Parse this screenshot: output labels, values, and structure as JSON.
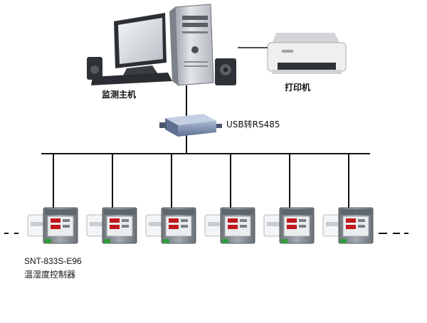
{
  "diagram": {
    "host_label": "监测主机",
    "printer_label": "打印机",
    "converter_label": "USB转RS485",
    "device_model": "SNT-833S-E96",
    "device_name": "温湿度控制器",
    "device_count": 6,
    "colors": {
      "line": "#111111",
      "device_body": "#8c9398",
      "device_face": "#ebecee",
      "display": "#c0181c",
      "terminal": "#2f9a3c",
      "converter": "#7f93b6",
      "pc_case": "#c9ccd2",
      "printer": "#e6e6e6"
    }
  }
}
